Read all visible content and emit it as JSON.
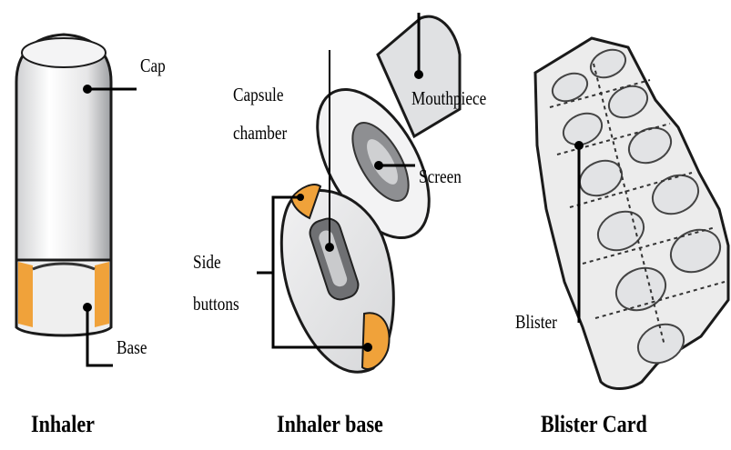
{
  "labels": {
    "cap": "Cap",
    "base": "Base",
    "capsule_chamber_line1": "Capsule",
    "capsule_chamber_line2": "chamber",
    "mouthpiece": "Mouthpiece",
    "screen": "Screen",
    "side_buttons_line1": "Side",
    "side_buttons_line2": "buttons",
    "blister": "Blister"
  },
  "captions": {
    "inhaler": "Inhaler",
    "inhaler_base": "Inhaler base",
    "blister_card": "Blister Card"
  },
  "colors": {
    "orange": "#f0a23a",
    "gray_fill": "#e9e9ea",
    "outline": "#1a1a1a"
  }
}
